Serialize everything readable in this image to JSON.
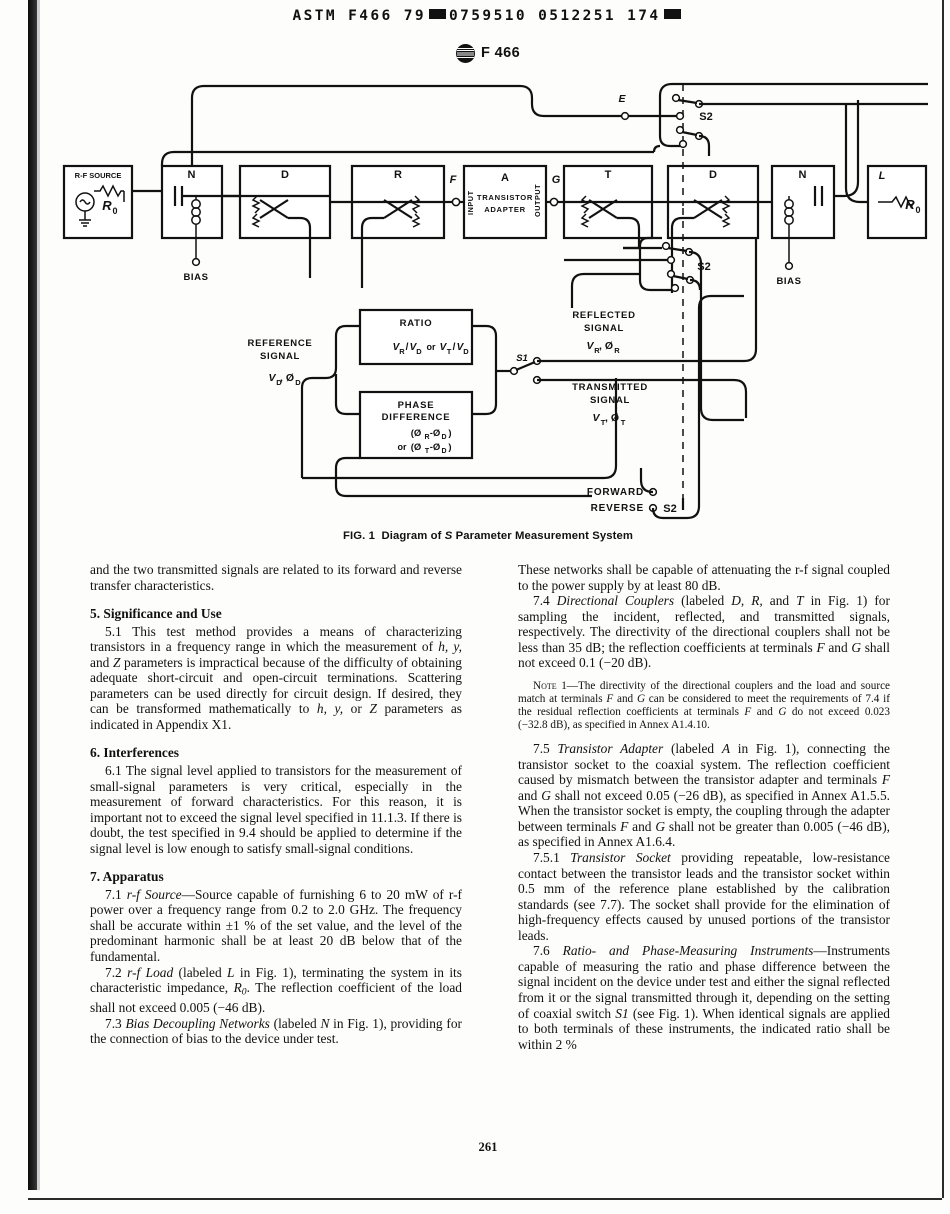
{
  "header": {
    "astm_code": "ASTM F466 79",
    "astm_code_parts": [
      "ASTM F466 79",
      "0759510 0512251 174"
    ],
    "logo_label": "F 466"
  },
  "figure": {
    "caption_prefix": "FIG. 1",
    "caption_text_a": "Diagram of",
    "caption_italic": "S",
    "caption_text_b": "Parameter Measurement System",
    "blocks": {
      "rf_source": "R-F SOURCE",
      "rf_source_symbol": "R0",
      "n_left": "N",
      "d_left": "D",
      "r_coupler": "R",
      "adapter_letter": "A",
      "adapter_line1": "TRANSISTOR",
      "adapter_line2": "ADAPTER",
      "adapter_input": "INPUT",
      "adapter_output": "OUTPUT",
      "t_coupler": "T",
      "d_right": "D",
      "n_right": "N",
      "load": "L",
      "load_symbol": "R0"
    },
    "terminals": {
      "f": "F",
      "g": "G",
      "e": "E",
      "bias_left": "BIAS",
      "bias_right": "BIAS",
      "s1": "S1",
      "s2_top": "S2",
      "s2_mid": "S2",
      "s2_bottom": "S2",
      "forward": "FORWARD",
      "reverse": "REVERSE"
    },
    "instruments": {
      "ratio_title": "RATIO",
      "ratio_expr": "VR/VD or VT/VD",
      "phase_title_line1": "PHASE",
      "phase_title_line2": "DIFFERENCE",
      "phase_expr1": "(ØR-ØD)",
      "phase_expr2": "or (ØT-ØD)"
    },
    "signals": {
      "reference_line1": "REFERENCE",
      "reference_line2": "SIGNAL",
      "reference_value": "VD, ØD",
      "reflected_line1": "REFLECTED",
      "reflected_line2": "SIGNAL",
      "reflected_value": "VR, ØR",
      "transmitted_line1": "TRANSMITTED",
      "transmitted_line2": "SIGNAL",
      "transmitted_value": "VT, ØT"
    }
  },
  "body": {
    "left": {
      "para_continued": "and the two transmitted signals are related to its forward and reverse transfer characteristics.",
      "heading_5": "5. Significance and Use",
      "para_5_1_a": "5.1 This test method provides a means of characterizing transistors in a frequency range in which the measurement of ",
      "para_5_1_italic1": "h, y,",
      "para_5_1_b": " and ",
      "para_5_1_italic2": "Z",
      "para_5_1_c": " parameters is impractical because of the difficulty of obtaining adequate short-circuit and open-circuit terminations. Scattering parameters can be used directly for circuit design. If desired, they can be transformed mathematically to ",
      "para_5_1_italic3": "h, y,",
      "para_5_1_d": " or ",
      "para_5_1_italic4": "Z",
      "para_5_1_e": " parameters as indicated in Appendix X1.",
      "heading_6": "6. Interferences",
      "para_6_1": "6.1 The signal level applied to transistors for the measurement of small-signal parameters is very critical, especially in the measurement of forward characteristics. For this reason, it is important not to exceed the signal level specified in 11.1.3. If there is doubt, the test specified in 9.4 should be applied to determine if the signal level is low enough to satisfy small-signal conditions.",
      "heading_7": "7. Apparatus",
      "para_7_1_num": "7.1 ",
      "para_7_1_italic": "r-f Source",
      "para_7_1_text": "—Source capable of furnishing 6 to 20 mW of r-f power over a frequency range from 0.2 to 2.0 GHz. The frequency shall be accurate within ±1 % of the set value, and the level of the predominant harmonic shall be at least 20 dB below that of the fundamental.",
      "para_7_2_num": "7.2 ",
      "para_7_2_italic": "r-f Load",
      "para_7_2_text_a": " (labeled ",
      "para_7_2_italic2": "L",
      "para_7_2_text_b": " in Fig. 1), terminating the system in its characteristic impedance, ",
      "para_7_2_sym": "R0",
      "para_7_2_text_c": ". The reflection coefficient of the load shall not exceed 0.005 (−46 dB).",
      "para_7_3_num": "7.3 ",
      "para_7_3_italic": "Bias Decoupling Networks",
      "para_7_3_text_a": " (labeled ",
      "para_7_3_italic2": "N",
      "para_7_3_text_b": " in Fig. 1), providing for the connection of bias to the device under test."
    },
    "right": {
      "para_continued": "These networks shall be capable of attenuating the r-f signal coupled to the power supply by at least 80 dB.",
      "para_7_4_num": "7.4 ",
      "para_7_4_italic": "Directional Couplers",
      "para_7_4_text_a": " (labeled ",
      "para_7_4_italic2": "D, R,",
      "para_7_4_text_b": " and ",
      "para_7_4_italic3": "T",
      "para_7_4_text_c": " in Fig. 1) for sampling the incident, reflected, and transmitted signals, respectively. The directivity of the directional couplers shall not be less than 35 dB; the reflection coefficients at terminals ",
      "para_7_4_italic4": "F",
      "para_7_4_text_d": " and ",
      "para_7_4_italic5": "G",
      "para_7_4_text_e": " shall not exceed 0.1 (−20 dB).",
      "note_label": "Note",
      "note_text_a": " 1—The directivity of the directional couplers and the load and source match at terminals ",
      "note_italic1": "F",
      "note_text_b": " and ",
      "note_italic2": "G",
      "note_text_c": " can be considered to meet the requirements of 7.4 if the residual reflection coefficients at terminals ",
      "note_italic3": "F",
      "note_text_d": " and ",
      "note_italic4": "G",
      "note_text_e": " do not exceed 0.023 (−32.8 dB), as specified in Annex A1.4.10.",
      "para_7_5_num": "7.5 ",
      "para_7_5_italic": "Transistor Adapter",
      "para_7_5_text_a": " (labeled ",
      "para_7_5_italic2": "A",
      "para_7_5_text_b": " in Fig. 1), connecting the transistor socket to the coaxial system. The reflection coefficient caused by mismatch between the transistor adapter and terminals ",
      "para_7_5_italic3": "F",
      "para_7_5_text_c": " and ",
      "para_7_5_italic4": "G",
      "para_7_5_text_d": " shall not exceed 0.05 (−26 dB), as specified in Annex A1.5.5. When the transistor socket is empty, the coupling through the adapter between terminals ",
      "para_7_5_italic5": "F",
      "para_7_5_text_e": " and ",
      "para_7_5_italic6": "G",
      "para_7_5_text_f": " shall not be greater than 0.005 (−46 dB), as specified in Annex A1.6.4.",
      "para_7_5_1_num": "7.5.1 ",
      "para_7_5_1_italic": "Transistor Socket",
      "para_7_5_1_text": " providing repeatable, low-resistance contact between the transistor leads and the transistor socket within 0.5 mm of the reference plane established by the calibration standards (see 7.7). The socket shall provide for the elimination of high-frequency effects caused by unused portions of the transistor leads.",
      "para_7_6_num": "7.6 ",
      "para_7_6_italic": "Ratio- and Phase-Measuring Instruments",
      "para_7_6_text_a": "—Instruments capable of measuring the ratio and phase difference between the signal incident on the device under test and either the signal reflected from it or the signal transmitted through it, depending on the setting of coaxial switch ",
      "para_7_6_italic2": "S1",
      "para_7_6_text_b": " (see Fig. 1). When identical signals are applied to both terminals of these instruments, the indicated ratio shall be within 2 %"
    }
  },
  "footer": {
    "page_number": "261"
  }
}
